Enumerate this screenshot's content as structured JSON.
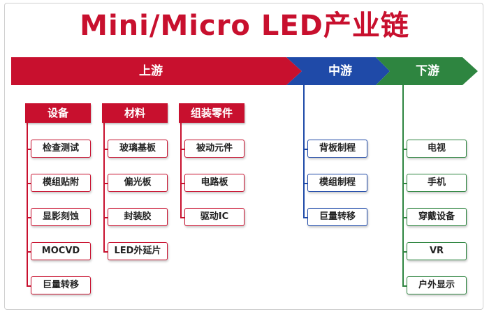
{
  "title": "Mini/Micro LED产业链",
  "colors": {
    "upstream": "#c8102e",
    "midstream": "#1f4aa8",
    "downstream": "#2e8540"
  },
  "stages": [
    {
      "id": "upstream",
      "label": "上游"
    },
    {
      "id": "midstream",
      "label": "中游"
    },
    {
      "id": "downstream",
      "label": "下游"
    }
  ],
  "upstream_groups": [
    {
      "id": "equipment",
      "header": "设备",
      "items": [
        "检查测试",
        "模组贴附",
        "显影刻蚀",
        "MOCVD",
        "巨量转移"
      ]
    },
    {
      "id": "materials",
      "header": "材料",
      "items": [
        "玻璃基板",
        "偏光板",
        "封装胶",
        "LED外延片"
      ]
    },
    {
      "id": "components",
      "header": "组装零件",
      "items": [
        "被动元件",
        "电路板",
        "驱动IC"
      ]
    }
  ],
  "midstream_items": [
    "背板制程",
    "模组制程",
    "巨量转移"
  ],
  "downstream_items": [
    "电视",
    "手机",
    "穿戴设备",
    "VR",
    "户外显示"
  ]
}
